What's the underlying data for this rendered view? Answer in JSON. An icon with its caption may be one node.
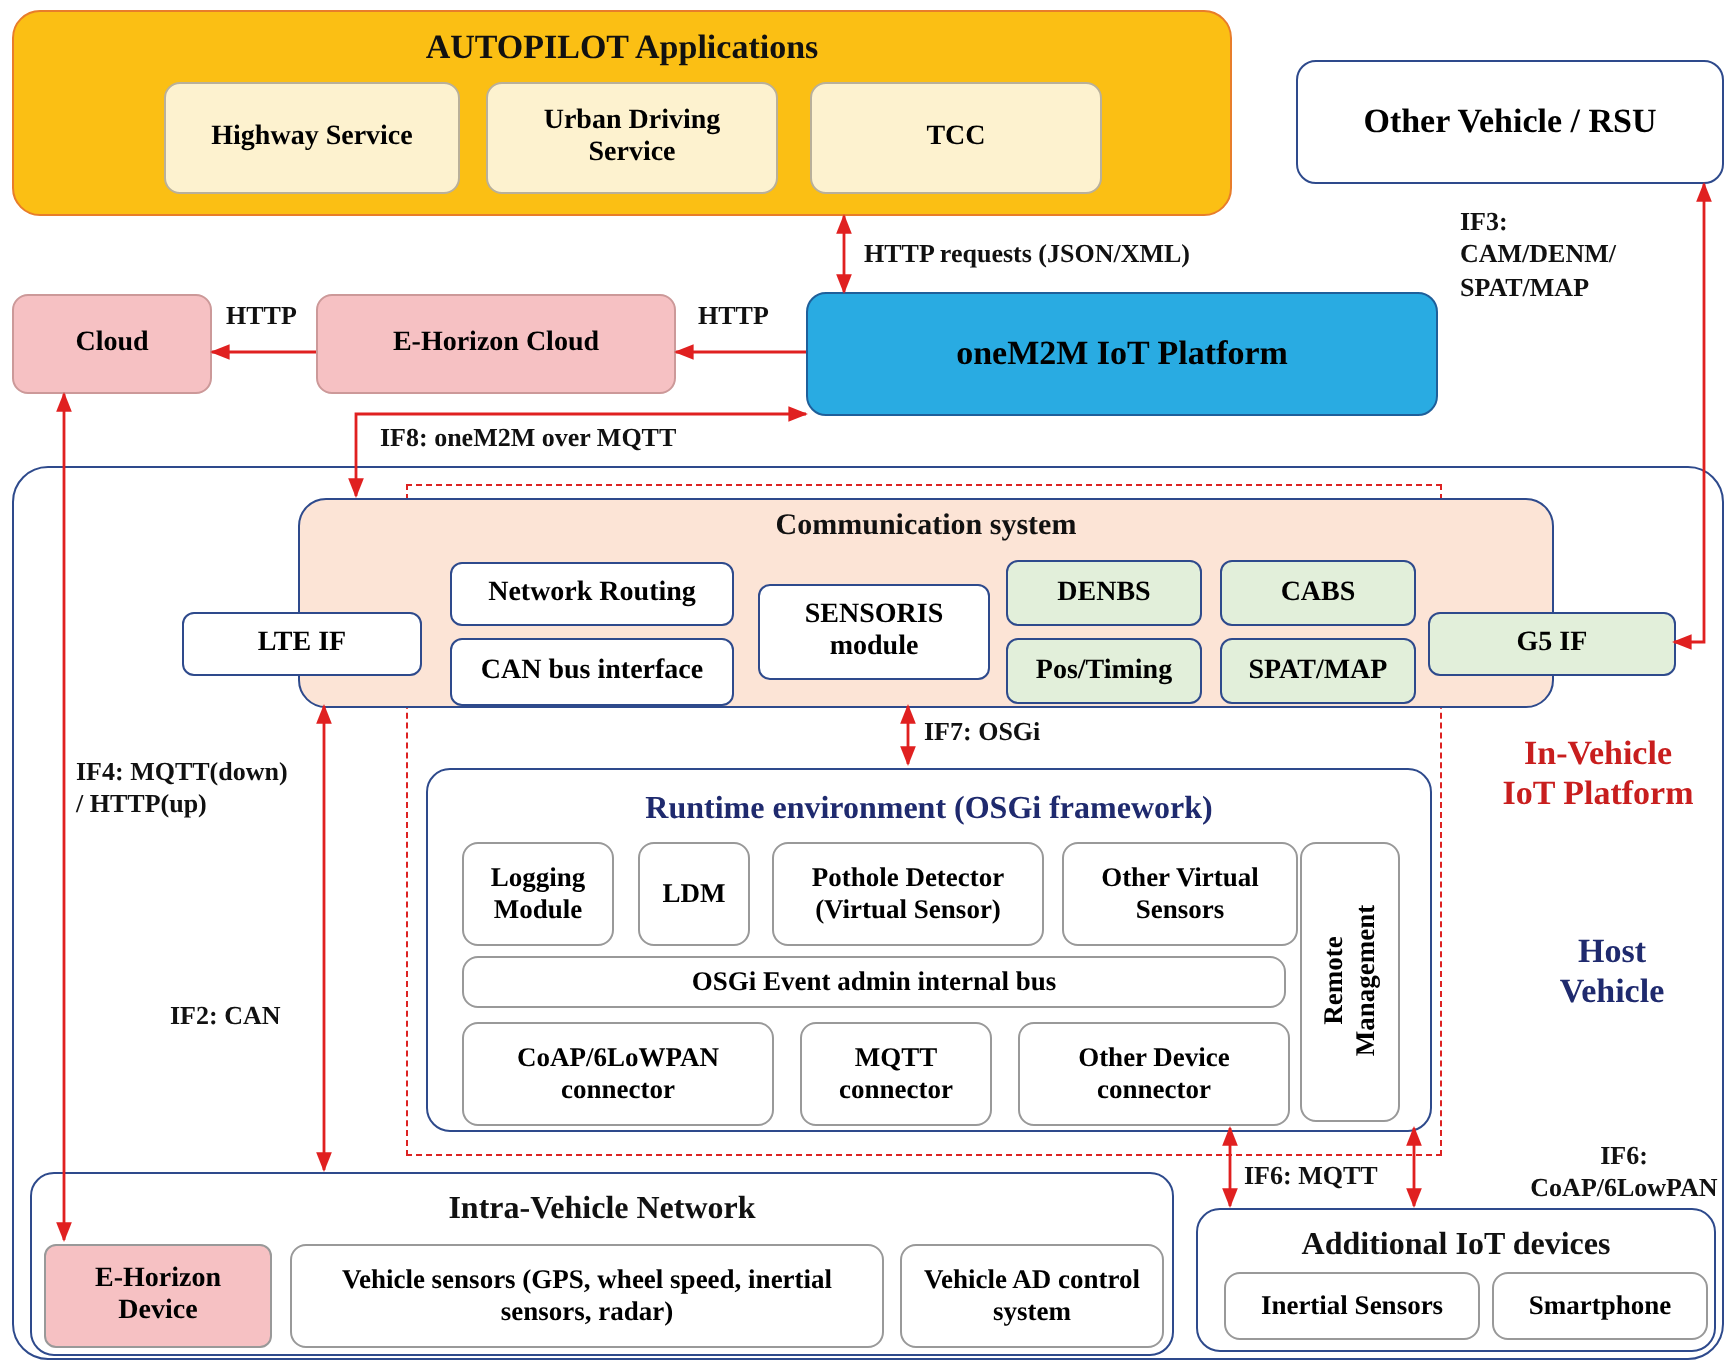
{
  "diagram": {
    "nodes": [
      {
        "text": [
          "AUTOPILOT Applications"
        ]
      },
      {
        "text": [
          "Highway Service"
        ],
        "in": 0
      },
      {
        "text": [
          "Urban Driving Service"
        ],
        "in": 0
      },
      {
        "text": [
          "TCC"
        ],
        "in": 0
      },
      {
        "text": [
          "Other Vehicle / RSU"
        ]
      },
      {
        "text": [
          "Cloud"
        ]
      },
      {
        "text": [
          "E-Horizon Cloud"
        ]
      },
      {
        "text": [
          "oneM2M IoT Platform"
        ]
      },
      {
        "text": [
          "Host Vehicle"
        ]
      },
      {
        "text": [
          "In-Vehicle IoT Platform"
        ],
        "in": 8
      },
      {
        "text": [
          "Communication system"
        ],
        "in": 8
      },
      {
        "text": [
          "LTE IF"
        ],
        "in": 8
      },
      {
        "text": [
          "Network Routing"
        ],
        "in": 10
      },
      {
        "text": [
          "CAN bus interface"
        ],
        "in": 10
      },
      {
        "text": [
          "SENSORIS module"
        ],
        "in": 10
      },
      {
        "text": [
          "DENBS"
        ],
        "in": 10
      },
      {
        "text": [
          "CABS"
        ],
        "in": 10
      },
      {
        "text": [
          "Pos/Timing"
        ],
        "in": 10
      },
      {
        "text": [
          "SPAT/MAP"
        ],
        "in": 10
      },
      {
        "text": [
          "G5 IF"
        ],
        "in": 8
      },
      {
        "text": [
          "Runtime environment (OSGi framework)"
        ],
        "in": 9
      },
      {
        "text": [
          "Logging Module"
        ],
        "in": 20
      },
      {
        "text": [
          "LDM"
        ],
        "in": 20
      },
      {
        "text": [
          "Pothole Detector (Virtual Sensor)"
        ],
        "in": 20
      },
      {
        "text": [
          "Other Virtual Sensors"
        ],
        "in": 20
      },
      {
        "text": [
          "Remote Management"
        ],
        "in": 20
      },
      {
        "text": [
          "OSGi Event admin internal bus"
        ],
        "in": 20
      },
      {
        "text": [
          "CoAP/6LoWPAN connector"
        ],
        "in": 20
      },
      {
        "text": [
          "MQTT connector"
        ],
        "in": 20
      },
      {
        "text": [
          "Other Device connector"
        ],
        "in": 20
      },
      {
        "text": [
          "Intra-Vehicle Network"
        ],
        "in": 8
      },
      {
        "text": [
          "E-Horizon Device"
        ],
        "in": 30
      },
      {
        "text": [
          "Vehicle sensors (GPS, wheel speed, inertial sensors, radar)"
        ],
        "in": 30
      },
      {
        "text": [
          "Vehicle AD control system"
        ],
        "in": 30
      },
      {
        "text": [
          "Additional IoT devices"
        ],
        "in": 8
      },
      {
        "text": [
          "Inertial Sensors"
        ],
        "in": 34
      },
      {
        "text": [
          "Smartphone"
        ],
        "in": 34
      }
    ],
    "edges": [
      {
        "from": 0,
        "to": 7,
        "arrow": "both",
        "label": "HTTP requests (JSON/XML)"
      },
      {
        "from": 7,
        "to": 6,
        "arrow": "to",
        "label": "HTTP"
      },
      {
        "from": 6,
        "to": 5,
        "arrow": "to",
        "label": "HTTP"
      },
      {
        "from": 4,
        "to": 19,
        "arrow": "both",
        "label": "IF3: CAM/DENM/ SPAT/MAP"
      },
      {
        "from": 10,
        "to": 7,
        "arrow": "both",
        "label": "IF8: oneM2M over MQTT"
      },
      {
        "from": 5,
        "to": 31,
        "arrow": "both",
        "label": "IF4: MQTT(down) / HTTP(up)"
      },
      {
        "from": 10,
        "to": 30,
        "arrow": "both",
        "label": "IF2: CAN"
      },
      {
        "from": 10,
        "to": 20,
        "arrow": "both",
        "label": "IF7: OSGi"
      },
      {
        "from": 20,
        "to": 34,
        "arrow": "both",
        "label": "IF6: MQTT"
      },
      {
        "from": 20,
        "to": 34,
        "arrow": "both",
        "label": "IF6: CoAP/6LowPAN"
      }
    ]
  }
}
